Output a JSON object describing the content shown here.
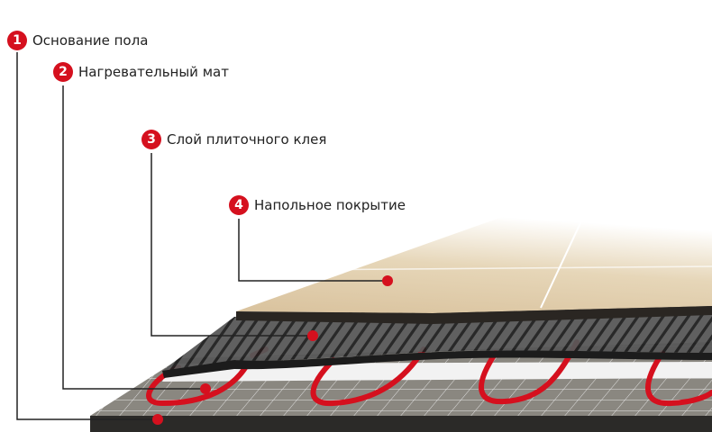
{
  "accent_color": "#d5101e",
  "layers": [
    {
      "number": "1",
      "label": "Основание пола"
    },
    {
      "number": "2",
      "label": "Нагревательный мат"
    },
    {
      "number": "3",
      "label": "Слой плиточного клея"
    },
    {
      "number": "4",
      "label": "Напольное покрытие"
    }
  ]
}
